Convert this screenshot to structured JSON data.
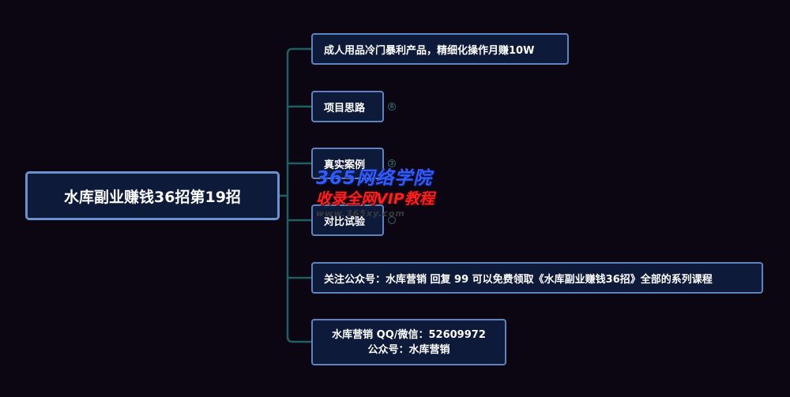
{
  "root": {
    "label": "水库副业赚钱36招第19招"
  },
  "children": [
    {
      "label": "成人用品冷门暴利产品，精细化操作月赚10W"
    },
    {
      "label": "项目思路",
      "badge": "6"
    },
    {
      "label": "真实案例",
      "badge": "3"
    },
    {
      "label": "对比试验",
      "badge": ""
    },
    {
      "label": "关注公众号：水库营销 回复 99 可以免费领取《水库副业赚钱36招》全部的系列课程"
    },
    {
      "line1": "水库营销  QQ/微信：52609972",
      "line2": "公众号：水库营销"
    }
  ],
  "watermark": {
    "line1": "365网络学院",
    "line2": "收录全网VIP教程",
    "line3": "www.365xy.com"
  },
  "colors": {
    "background": "#0b0612",
    "node_fill": "#0e1a3a",
    "node_border": "#5e83bd",
    "connector": "#1f5f63"
  }
}
